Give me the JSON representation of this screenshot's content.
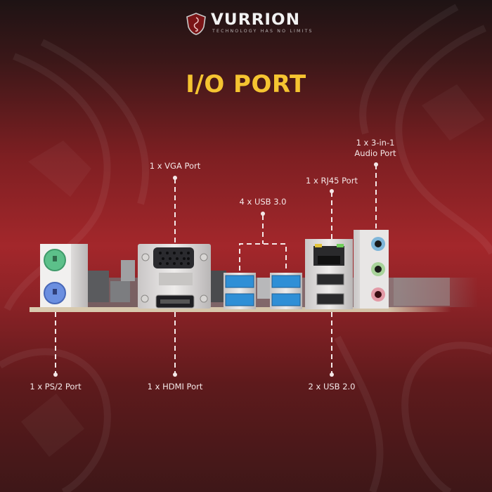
{
  "brand": {
    "name": "VURRION",
    "tagline": "TECHNOLOGY HAS NO LIMITS",
    "logo_icon": "dragon-shield-icon"
  },
  "title": "I/O PORT",
  "colors": {
    "title": "#f5c431",
    "background_dark": "#1e1314",
    "background_red": "#a3272b",
    "usb3_blue": "#2f8fd6",
    "ps2_mouse_green": "#5cc08a",
    "ps2_keyboard_purple": "#5a7fd0",
    "audio_blue": "#7fb6d9",
    "audio_green": "#a8d39a",
    "audio_pink": "#e39aa6",
    "connector_line": "#f4e8e8"
  },
  "callouts": {
    "vga": "1 x VGA Port",
    "usb3": "4 x USB 3.0",
    "rj45": "1 x RJ45 Port",
    "audio_line1": "1 x 3-in-1",
    "audio_line2": "Audio Port",
    "ps2": "1 x PS/2 Port",
    "hdmi": "1 x HDMI Port",
    "usb2": "2 x USB 2.0"
  },
  "ports": [
    {
      "name": "PS/2",
      "count": 1
    },
    {
      "name": "VGA",
      "count": 1
    },
    {
      "name": "HDMI",
      "count": 1
    },
    {
      "name": "USB 3.0",
      "count": 4
    },
    {
      "name": "RJ45",
      "count": 1
    },
    {
      "name": "USB 2.0",
      "count": 2
    },
    {
      "name": "3-in-1 Audio",
      "count": 1
    }
  ]
}
